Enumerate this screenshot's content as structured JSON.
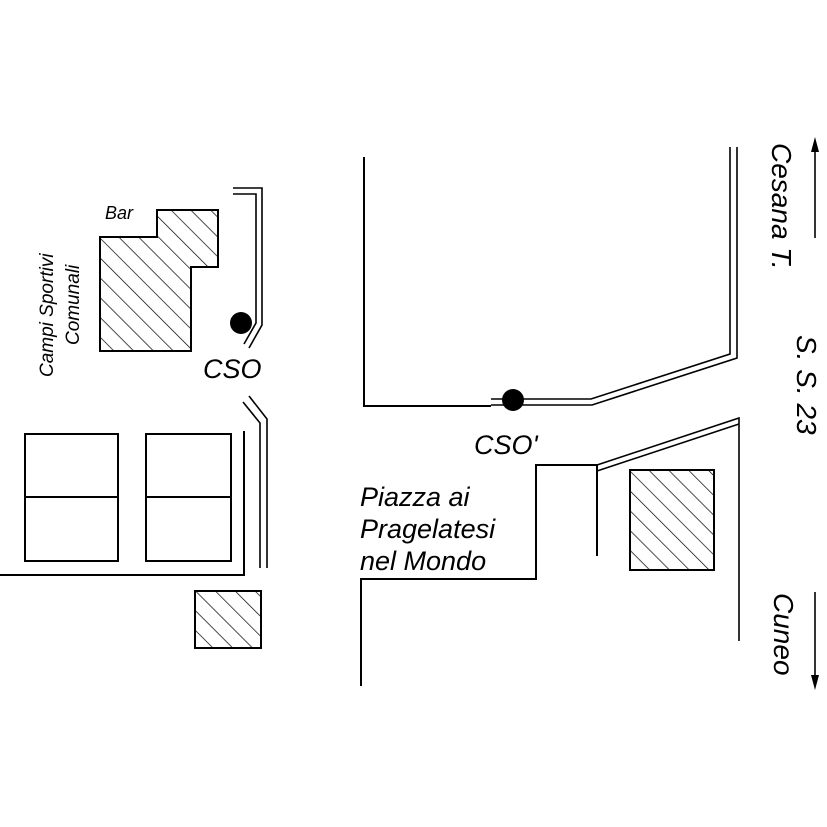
{
  "labels": {
    "bar": "Bar",
    "sports_line1": "Campi Sportivi",
    "sports_line2": "Comunali",
    "cso": "CSO",
    "cso_prime": "CSO'",
    "piazza_line1": "Piazza ai",
    "piazza_line2": "Pragelatesi",
    "piazza_line3": "nel Mondo",
    "cesana": "Cesana T.",
    "road": "S. S. 23",
    "cuneo": "Cuneo"
  },
  "markers": [
    {
      "name": "CSO",
      "kind": "monitoring-point"
    },
    {
      "name": "CSO'",
      "kind": "monitoring-point"
    }
  ],
  "colors": {
    "ink": "#000000",
    "paper": "#ffffff"
  }
}
